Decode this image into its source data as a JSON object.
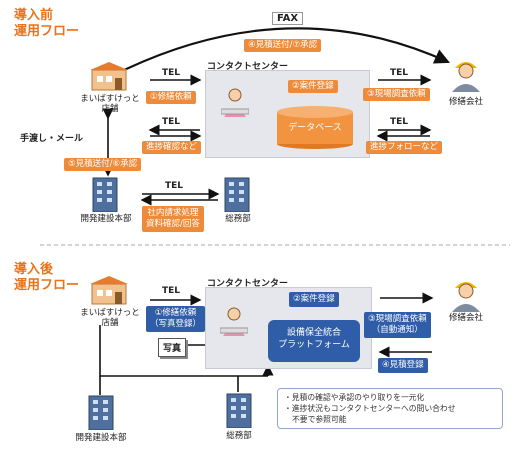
{
  "before": {
    "title_line1": "導入前",
    "title_line2": "運用フロー",
    "fax": "FAX",
    "fax_step": "④見積送付/⑦承認",
    "contact_center": "コンタクトセンター",
    "case_register": "②案件登録",
    "database": "データベース",
    "tel": "TEL",
    "repair_request": "①修繕依頼",
    "progress_check": "進捗確認など",
    "site_survey": "③現場調査依頼",
    "progress_follow": "進捗フォローなど",
    "handover_mail": "手渡し・メール",
    "estimate_approval": "⑤見積送付/⑥承認",
    "internal_processing_line1": "社内請求処理",
    "internal_processing_line2": "資料確認/回答",
    "store_line1": "まいばすけっと",
    "store_line2": "店舗",
    "repair_company": "修繕会社",
    "dev_hq": "開発建設本部",
    "general_affairs": "総務部"
  },
  "after": {
    "title_line1": "導入後",
    "title_line2": "運用フロー",
    "contact_center": "コンタクトセンター",
    "tel": "TEL",
    "repair_request_line1": "①修繕依頼",
    "repair_request_line2": "（写真登録）",
    "case_register": "②案件登録",
    "platform_line1": "設備保全統合",
    "platform_line2": "プラットフォーム",
    "site_survey_line1": "③現場調査依頼",
    "site_survey_line2": "（自動通知）",
    "estimate_register": "④見積登録",
    "photo": "写真",
    "store_line1": "まいばすけっと",
    "store_line2": "店舗",
    "repair_company": "修繕会社",
    "dev_hq": "開発建設本部",
    "general_affairs": "総務部",
    "note_line1": "・見積の確認や承認のやり取りを一元化",
    "note_line2": "・進捗状況もコンタクトセンターへの問い合わせ",
    "note_line3": "不要で参照可能"
  },
  "colors": {
    "orange": "#ee8b3a",
    "title_orange": "#e8731a",
    "blue": "#2f5da8",
    "db_orange": "#f29340"
  }
}
